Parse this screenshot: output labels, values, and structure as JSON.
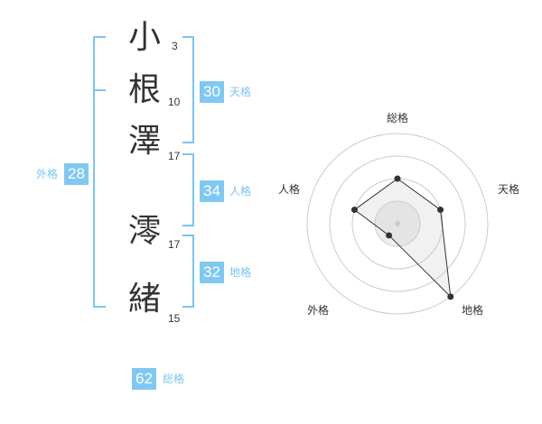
{
  "characters": [
    {
      "char": "小",
      "strokes": "3"
    },
    {
      "char": "根",
      "strokes": "10"
    },
    {
      "char": "澤",
      "strokes": "17"
    },
    {
      "char": "澪",
      "strokes": "17"
    },
    {
      "char": "緒",
      "strokes": "15"
    }
  ],
  "scores": {
    "tenkaku": {
      "value": "30",
      "label": "天格"
    },
    "jinkaku": {
      "value": "34",
      "label": "人格"
    },
    "chikaku": {
      "value": "32",
      "label": "地格"
    },
    "gaikaku": {
      "value": "28",
      "label": "外格"
    },
    "soukaku": {
      "value": "62",
      "label": "総格"
    }
  },
  "radar": {
    "axes": [
      "総格",
      "天格",
      "地格",
      "外格",
      "人格"
    ],
    "levels": [
      0.5,
      0.5,
      1.0,
      0.16,
      0.5
    ],
    "line_color": "#333333",
    "ring_color": "#cccccc",
    "fill_color": "#eeeeee"
  },
  "colors": {
    "accent": "#80c8f0",
    "bracket": "#7cc4ee"
  }
}
